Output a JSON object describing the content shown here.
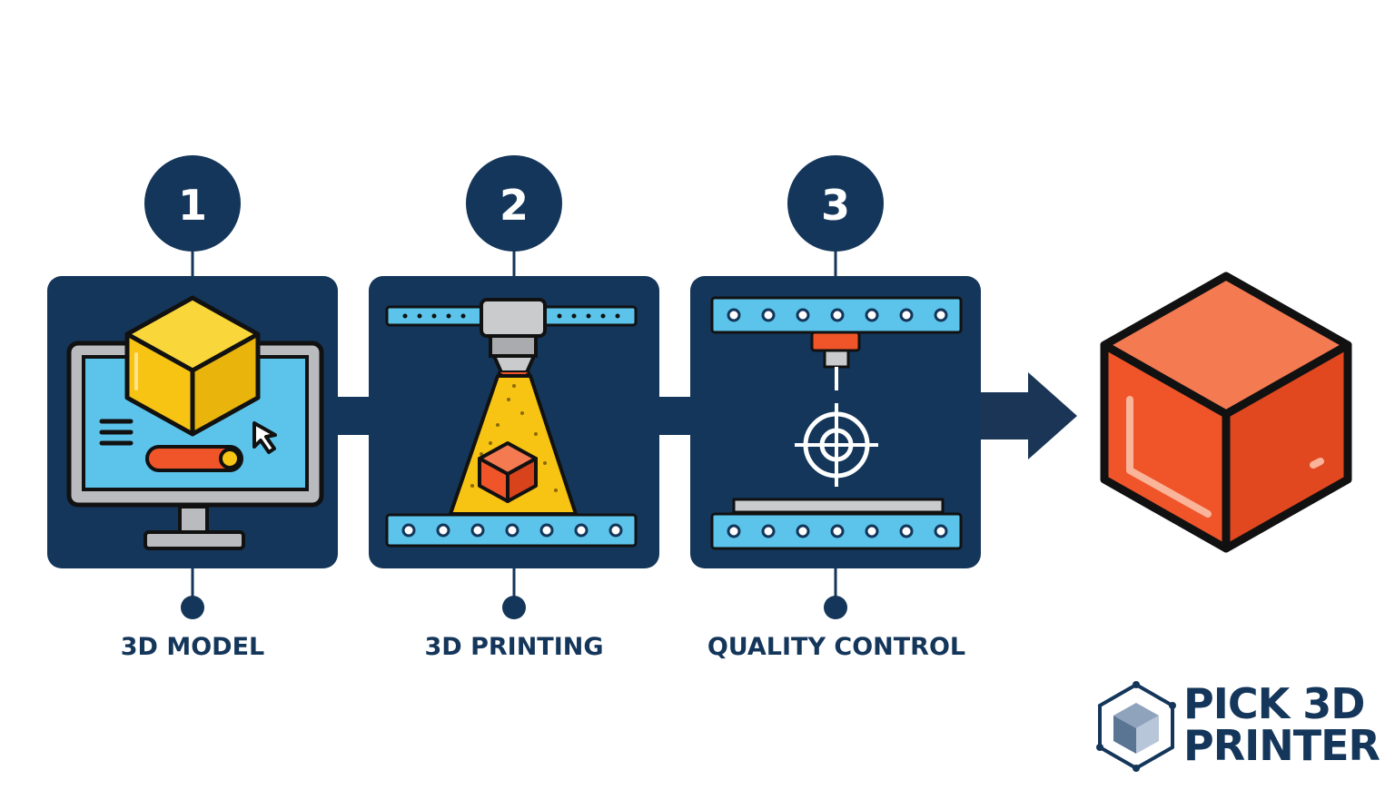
{
  "colors": {
    "navy": "#14365a",
    "panel": "#14365a",
    "screen": "#5cc4ea",
    "yellow": "#f7c414",
    "orange": "#f0552a",
    "gray": "#b9bbbe",
    "white": "#ffffff"
  },
  "steps": [
    {
      "number": "1",
      "label": "3D MODEL",
      "icon": "computer-with-3d-model-icon"
    },
    {
      "number": "2",
      "label": "3D PRINTING",
      "icon": "3d-printer-beam-icon"
    },
    {
      "number": "3",
      "label": "QUALITY CONTROL",
      "icon": "quality-control-crosshair-icon"
    }
  ],
  "result_icon": "finished-red-cube-icon",
  "brand": {
    "line1": "PICK 3D",
    "line2": "PRINTER",
    "icon": "cube-logo-icon"
  }
}
